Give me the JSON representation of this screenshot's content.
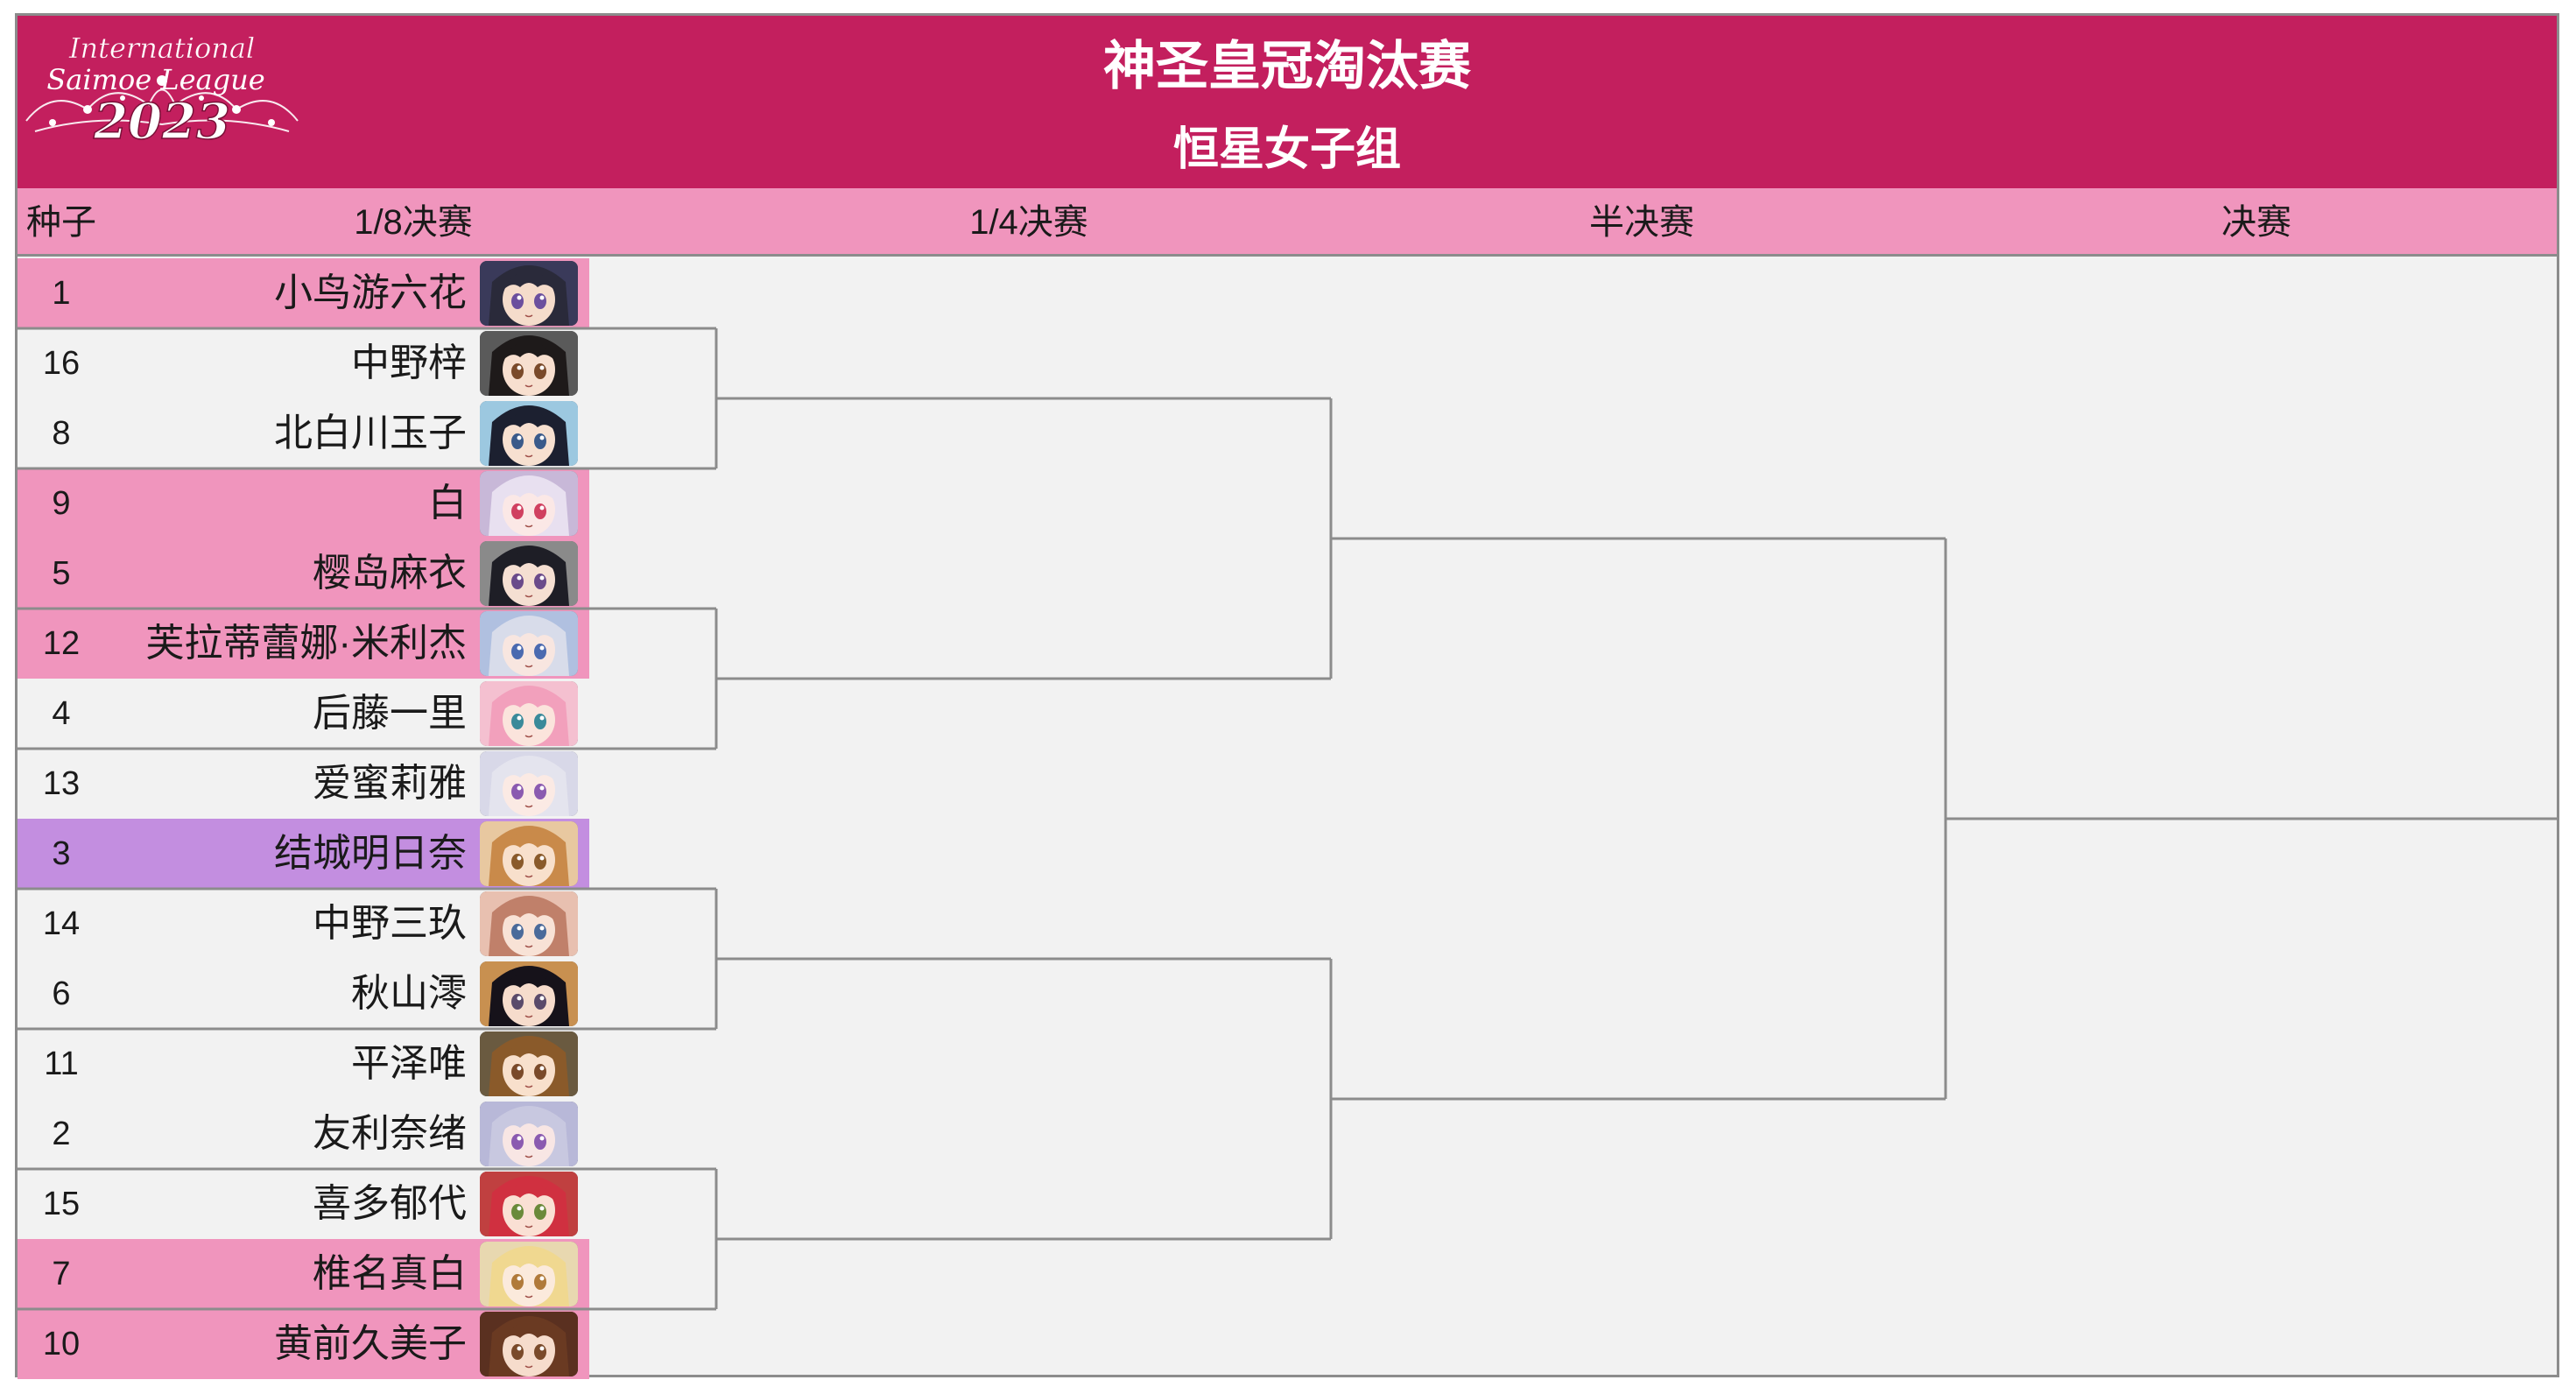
{
  "logo": {
    "line1": "International",
    "line2": "Saimoe League",
    "year": "2023"
  },
  "header": {
    "title": "神圣皇冠淘汰赛",
    "subtitle": "恒星女子组"
  },
  "rounds": {
    "seed": "种子",
    "r16": "1/8决赛",
    "qf": "1/4决赛",
    "sf": "半决赛",
    "final": "决赛"
  },
  "entries": [
    {
      "seed": "1",
      "name": "小鸟游六花",
      "hl": "pink",
      "hair": "#2a2a3a",
      "eye": "#6b4f9e",
      "skin": "#f5dccb",
      "bg": "#3a3a5a"
    },
    {
      "seed": "16",
      "name": "中野梓",
      "hl": "",
      "hair": "#1e1a1a",
      "eye": "#7a4a2a",
      "skin": "#f7dfcf",
      "bg": "#5a5a5a"
    },
    {
      "seed": "8",
      "name": "北白川玉子",
      "hl": "",
      "hair": "#1c2030",
      "eye": "#3a5a8a",
      "skin": "#f7e0d0",
      "bg": "#9cc8e0"
    },
    {
      "seed": "9",
      "name": "白",
      "hl": "pink",
      "hair": "#e8e0f0",
      "eye": "#d04060",
      "skin": "#fbe8e6",
      "bg": "#c8b8d8"
    },
    {
      "seed": "5",
      "name": "樱岛麻衣",
      "hl": "pink",
      "hair": "#1e1e26",
      "eye": "#6a4a8a",
      "skin": "#f5dfd2",
      "bg": "#8a8a8a"
    },
    {
      "seed": "12",
      "name": "芙拉蒂蕾娜·米利杰",
      "hl": "pink",
      "hair": "#d8dcea",
      "eye": "#4a6ab0",
      "skin": "#f8e6e0",
      "bg": "#b0c0e0"
    },
    {
      "seed": "4",
      "name": "后藤一里",
      "hl": "",
      "hair": "#f2a0bc",
      "eye": "#3a8a9a",
      "skin": "#fbe4dc",
      "bg": "#f4c0d0"
    },
    {
      "seed": "13",
      "name": "爱蜜莉雅",
      "hl": "",
      "hair": "#e4e4ee",
      "eye": "#8a5ab0",
      "skin": "#fbeae4",
      "bg": "#d8d8e8"
    },
    {
      "seed": "3",
      "name": "结城明日奈",
      "hl": "purple",
      "hair": "#c98a4a",
      "eye": "#8a5a2a",
      "skin": "#f8e0cc",
      "bg": "#e8c8a0"
    },
    {
      "seed": "14",
      "name": "中野三玖",
      "hl": "",
      "hair": "#c0806a",
      "eye": "#4a6a9a",
      "skin": "#f8e2d6",
      "bg": "#e8c0b0"
    },
    {
      "seed": "6",
      "name": "秋山澪",
      "hl": "",
      "hair": "#16121a",
      "eye": "#5a4a6a",
      "skin": "#f6dccc",
      "bg": "#c89050"
    },
    {
      "seed": "11",
      "name": "平泽唯",
      "hl": "",
      "hair": "#8a5a2a",
      "eye": "#7a4a2a",
      "skin": "#f8e0cc",
      "bg": "#6a5a40"
    },
    {
      "seed": "2",
      "name": "友利奈绪",
      "hl": "",
      "hair": "#c8c8e0",
      "eye": "#8a5ab0",
      "skin": "#f8e6e4",
      "bg": "#b8b8d8"
    },
    {
      "seed": "15",
      "name": "喜多郁代",
      "hl": "",
      "hair": "#d03040",
      "eye": "#6a8a3a",
      "skin": "#fae0d4",
      "bg": "#c04040"
    },
    {
      "seed": "7",
      "name": "椎名真白",
      "hl": "pink",
      "hair": "#f0d890",
      "eye": "#b07a3a",
      "skin": "#fbeadc",
      "bg": "#e8d8b0"
    },
    {
      "seed": "10",
      "name": "黄前久美子",
      "hl": "pink",
      "hair": "#6a3a22",
      "eye": "#7a4a2a",
      "skin": "#f6dccc",
      "bg": "#5a3020"
    }
  ],
  "colors": {
    "header": "#c31f5e",
    "round_bar": "#f095bd",
    "highlight_pink": "#f095bd",
    "highlight_purple": "#c38ee0",
    "bracket_line": "#8c8c8c",
    "background": "#f2f2f2"
  }
}
